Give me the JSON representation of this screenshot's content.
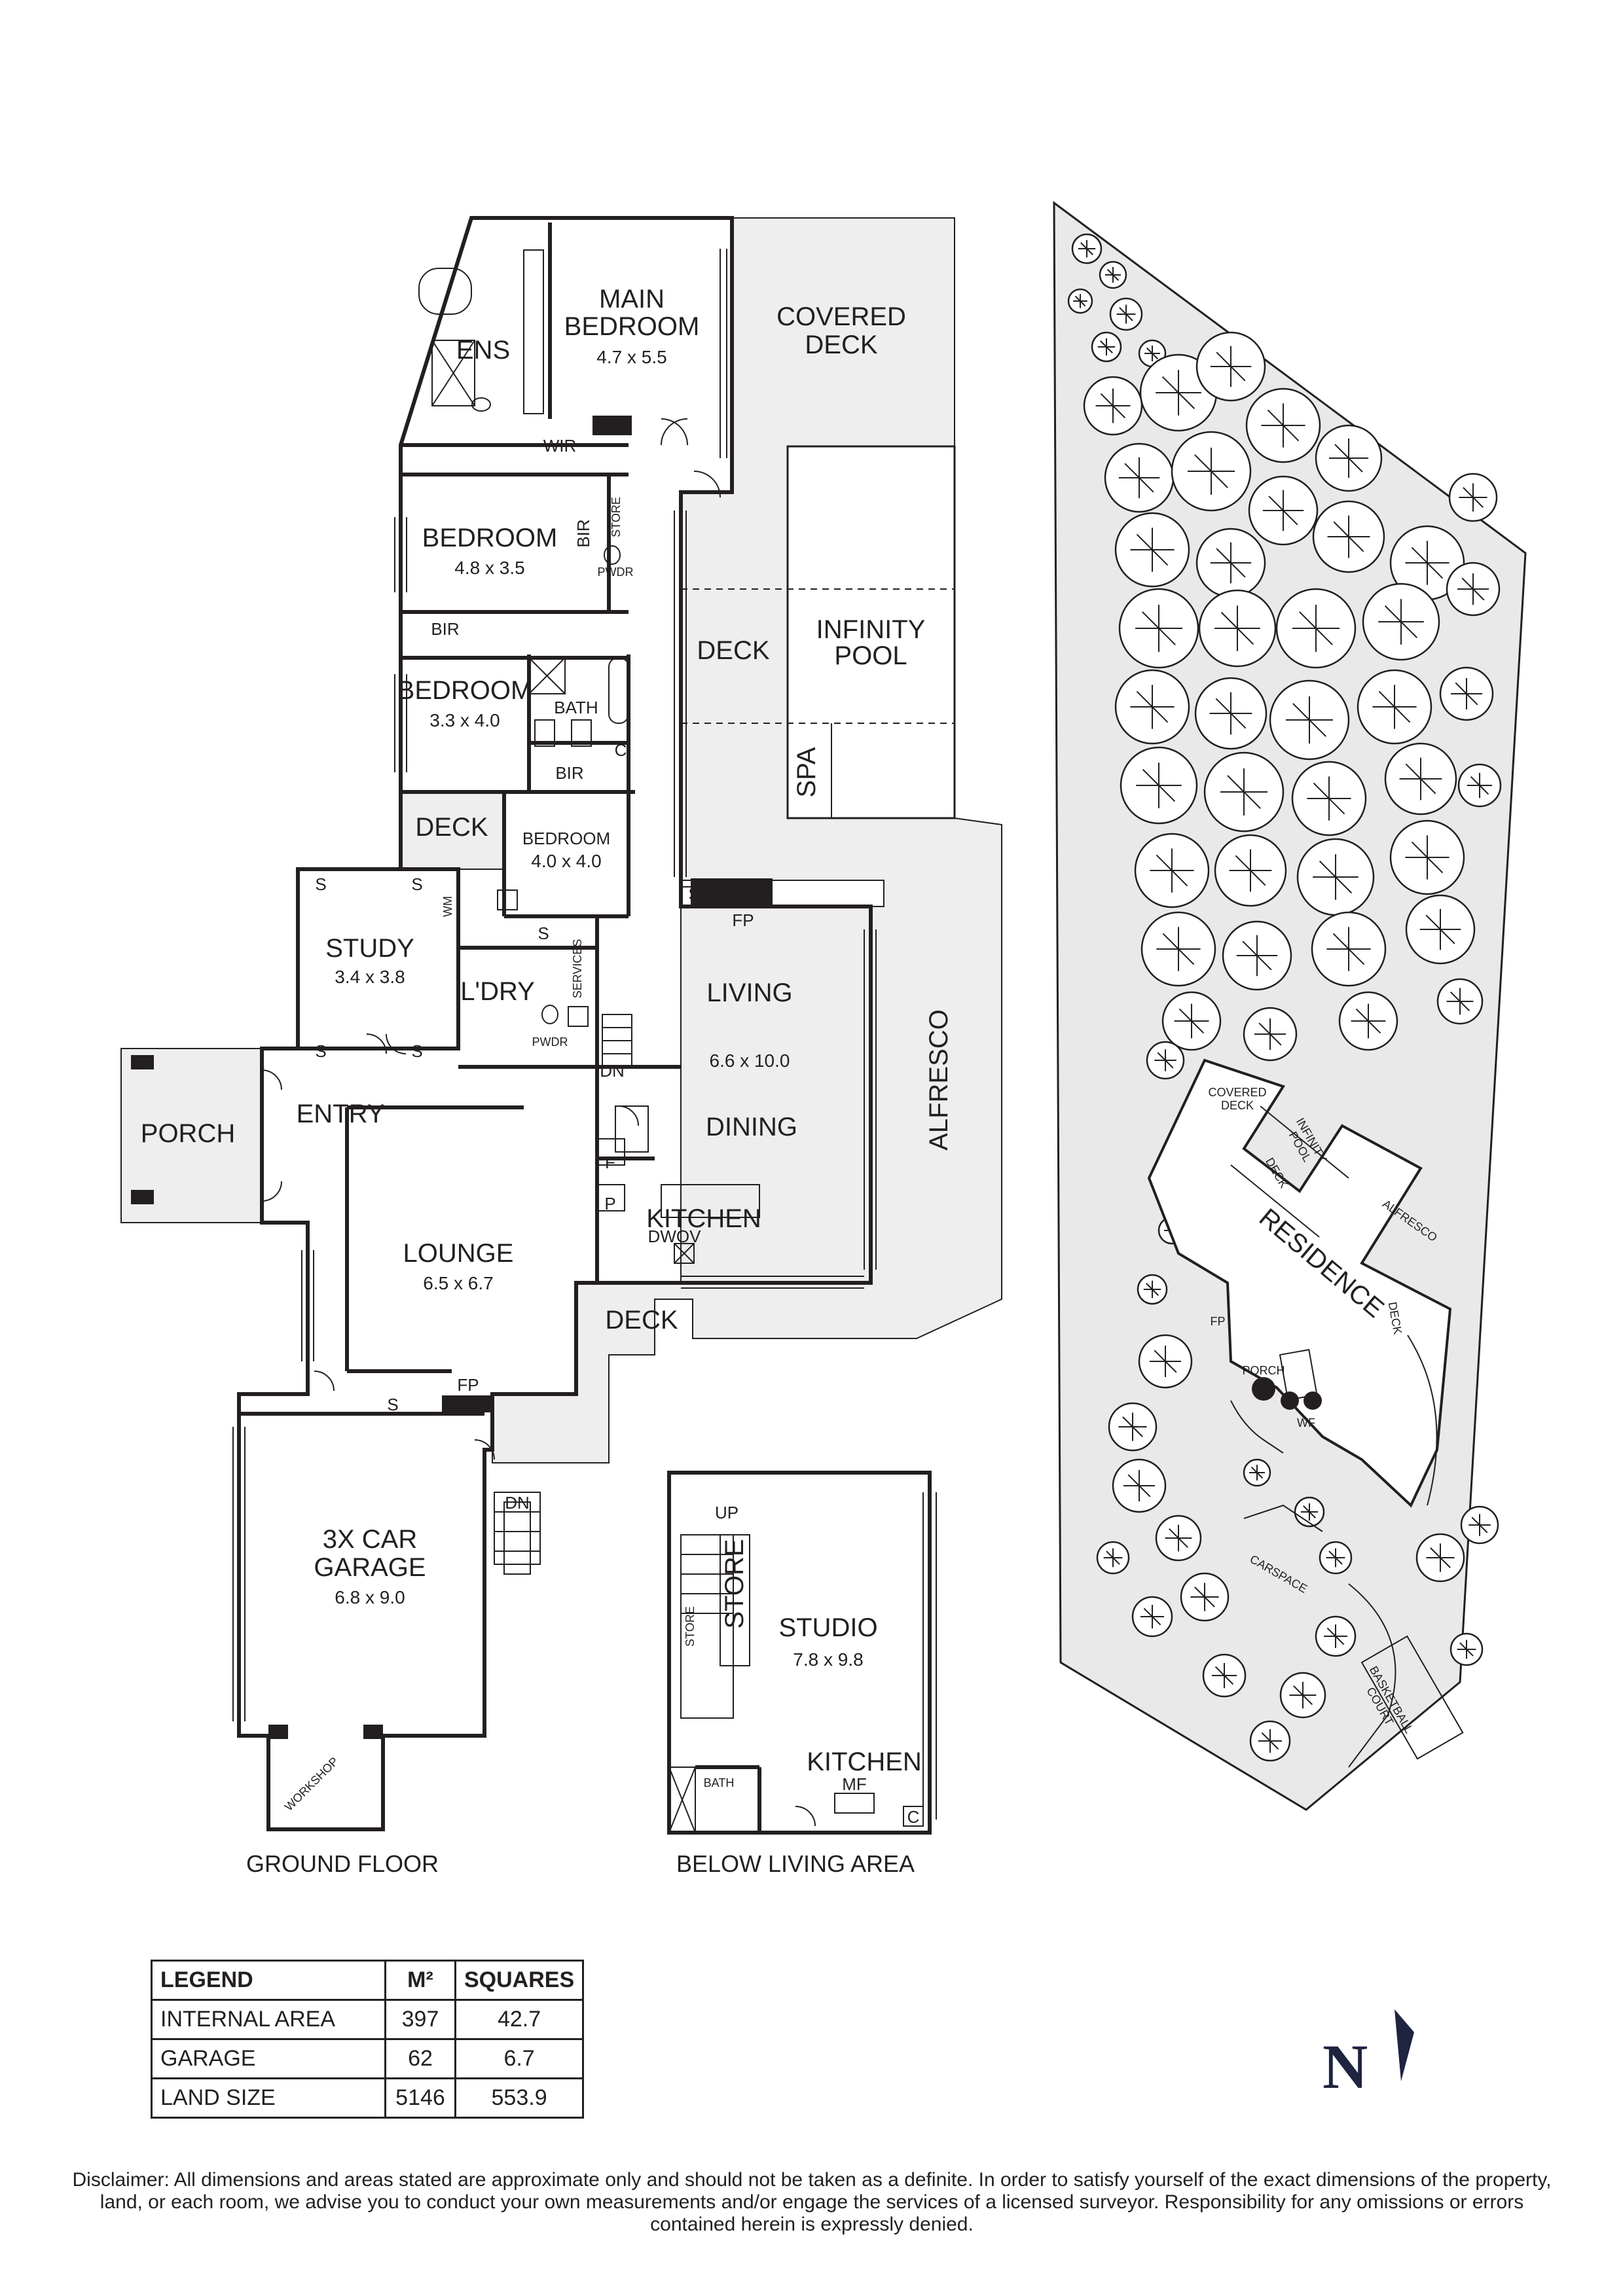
{
  "ground_floor": {
    "caption": "GROUND FLOOR",
    "rooms": {
      "main_bedroom": {
        "name": "MAIN\nBEDROOM",
        "dims": "4.7 x 5.5"
      },
      "ens": "ENS",
      "wir": "WIR",
      "covered_deck": "COVERED\nDECK",
      "bedroom_2": {
        "name": "BEDROOM",
        "dims": "4.8 x 3.5"
      },
      "bir_a": "BIR",
      "bir_b": "BIR",
      "bir_c": "BIR",
      "store": "STORE",
      "pwdr_a": "PWDR",
      "pwdr_b": "PWDR",
      "bedroom_3": {
        "name": "BEDROOM",
        "dims": "3.3 x 4.0"
      },
      "bath": "BATH",
      "c_cupboard": "C",
      "deck_main": "DECK",
      "infinity_pool": "INFINITY\nPOOL",
      "spa": "SPA",
      "deck_small": "DECK",
      "bedroom_4": {
        "name": "BEDROOM",
        "dims": "4.0 x 4.0"
      },
      "study": {
        "name": "STUDY",
        "dims": "3.4 x 3.8"
      },
      "ldry": "L'DRY",
      "services": "SERVICES",
      "wm": "WM",
      "s_marks": "S",
      "fp": "FP",
      "living": {
        "name": "LIVING",
        "dims": "6.6 x 10.0"
      },
      "dining": "DINING",
      "alfresco": "ALFRESCO",
      "dn": "DN",
      "porch": "PORCH",
      "entry": "ENTRY",
      "f_mark": "F",
      "p_mark": "P",
      "kitchen": "KITCHEN",
      "dwov": "DWOV",
      "lounge": {
        "name": "LOUNGE",
        "dims": "6.5 x 6.7"
      },
      "deck_lower": "DECK",
      "garage": {
        "name": "3X CAR\nGARAGE",
        "dims": "6.8 x 9.0"
      },
      "workshop": "WORKSHOP"
    }
  },
  "below_living": {
    "caption": "BELOW LIVING AREA",
    "up": "UP",
    "store": "STORE",
    "store_small": "STORE",
    "studio": {
      "name": "STUDIO",
      "dims": "7.8 x 9.8"
    },
    "kitchen": "KITCHEN",
    "mf": "MF",
    "bath": "BATH",
    "c_mark": "C"
  },
  "site_plan": {
    "labels": {
      "covered_deck": "COVERED\nDECK",
      "infinity_pool": "INFINITY\nPOOL",
      "deck": "DECK",
      "alfresco": "ALFRESCO",
      "residence": "RESIDENCE",
      "fp": "FP",
      "porch": "PORCH",
      "wf": "WF",
      "deck_small": "DECK",
      "carspace": "CARSPACE",
      "basketball_court": "BASKETBALL\nCOURT"
    }
  },
  "legend": {
    "headers": [
      "LEGEND",
      "M²",
      "SQUARES"
    ],
    "rows": [
      [
        "INTERNAL AREA",
        "397",
        "42.7"
      ],
      [
        "GARAGE",
        "62",
        "6.7"
      ],
      [
        "LAND SIZE",
        "5146",
        "553.9"
      ]
    ]
  },
  "compass": {
    "letter": "N",
    "icon": "north-arrow-icon"
  },
  "disclaimer": "Disclaimer: All dimensions and areas stated are approximate only and should not be taken as a definite. In order to satisfy yourself of the exact dimensions of the property, land, or each room, we advise you to conduct your own measurements and/or engage the services of a licensed surveyor. Responsibility for any omissions or errors contained herein is expressly denied.",
  "colors": {
    "ink": "#231f20",
    "deck_fill": "#eeeeef",
    "lot_fill": "#e9e9ea",
    "compass": "#1f2440"
  }
}
